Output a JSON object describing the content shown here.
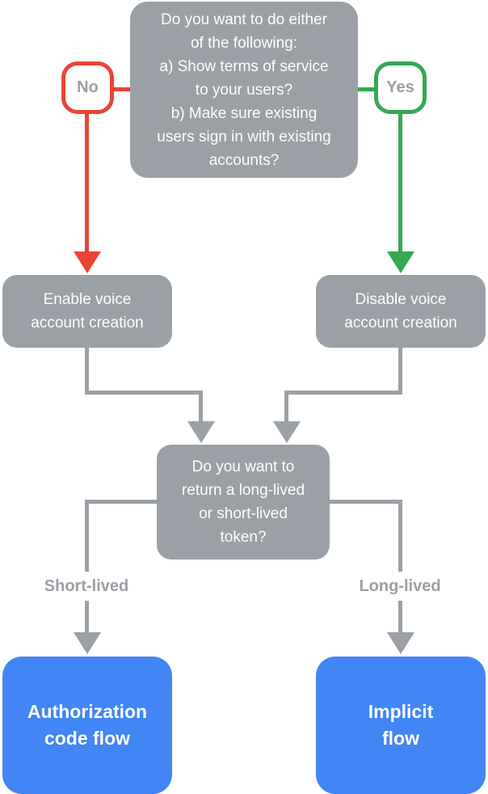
{
  "colors": {
    "gray": "#9AA0A6",
    "red": "#EA4335",
    "green": "#34A853",
    "blue": "#4285F4",
    "white": "#FFFFFF",
    "muted": "#9AA0A6"
  },
  "flowchart": {
    "top_question": "Do you want to do either\nof the following:\na) Show terms of service\nto your users?\nb) Make sure existing\nusers sign in with existing\naccounts?",
    "no_badge": "No",
    "yes_badge": "Yes",
    "enable_node": "Enable voice\naccount creation",
    "disable_node": "Disable voice\naccount creation",
    "token_question": "Do you want to\nreturn a long-lived\nor short-lived\ntoken?",
    "short_lived_label": "Short-lived",
    "long_lived_label": "Long-lived",
    "auth_code_node": "Authorization\ncode flow",
    "implicit_node": "Implicit\nflow"
  }
}
